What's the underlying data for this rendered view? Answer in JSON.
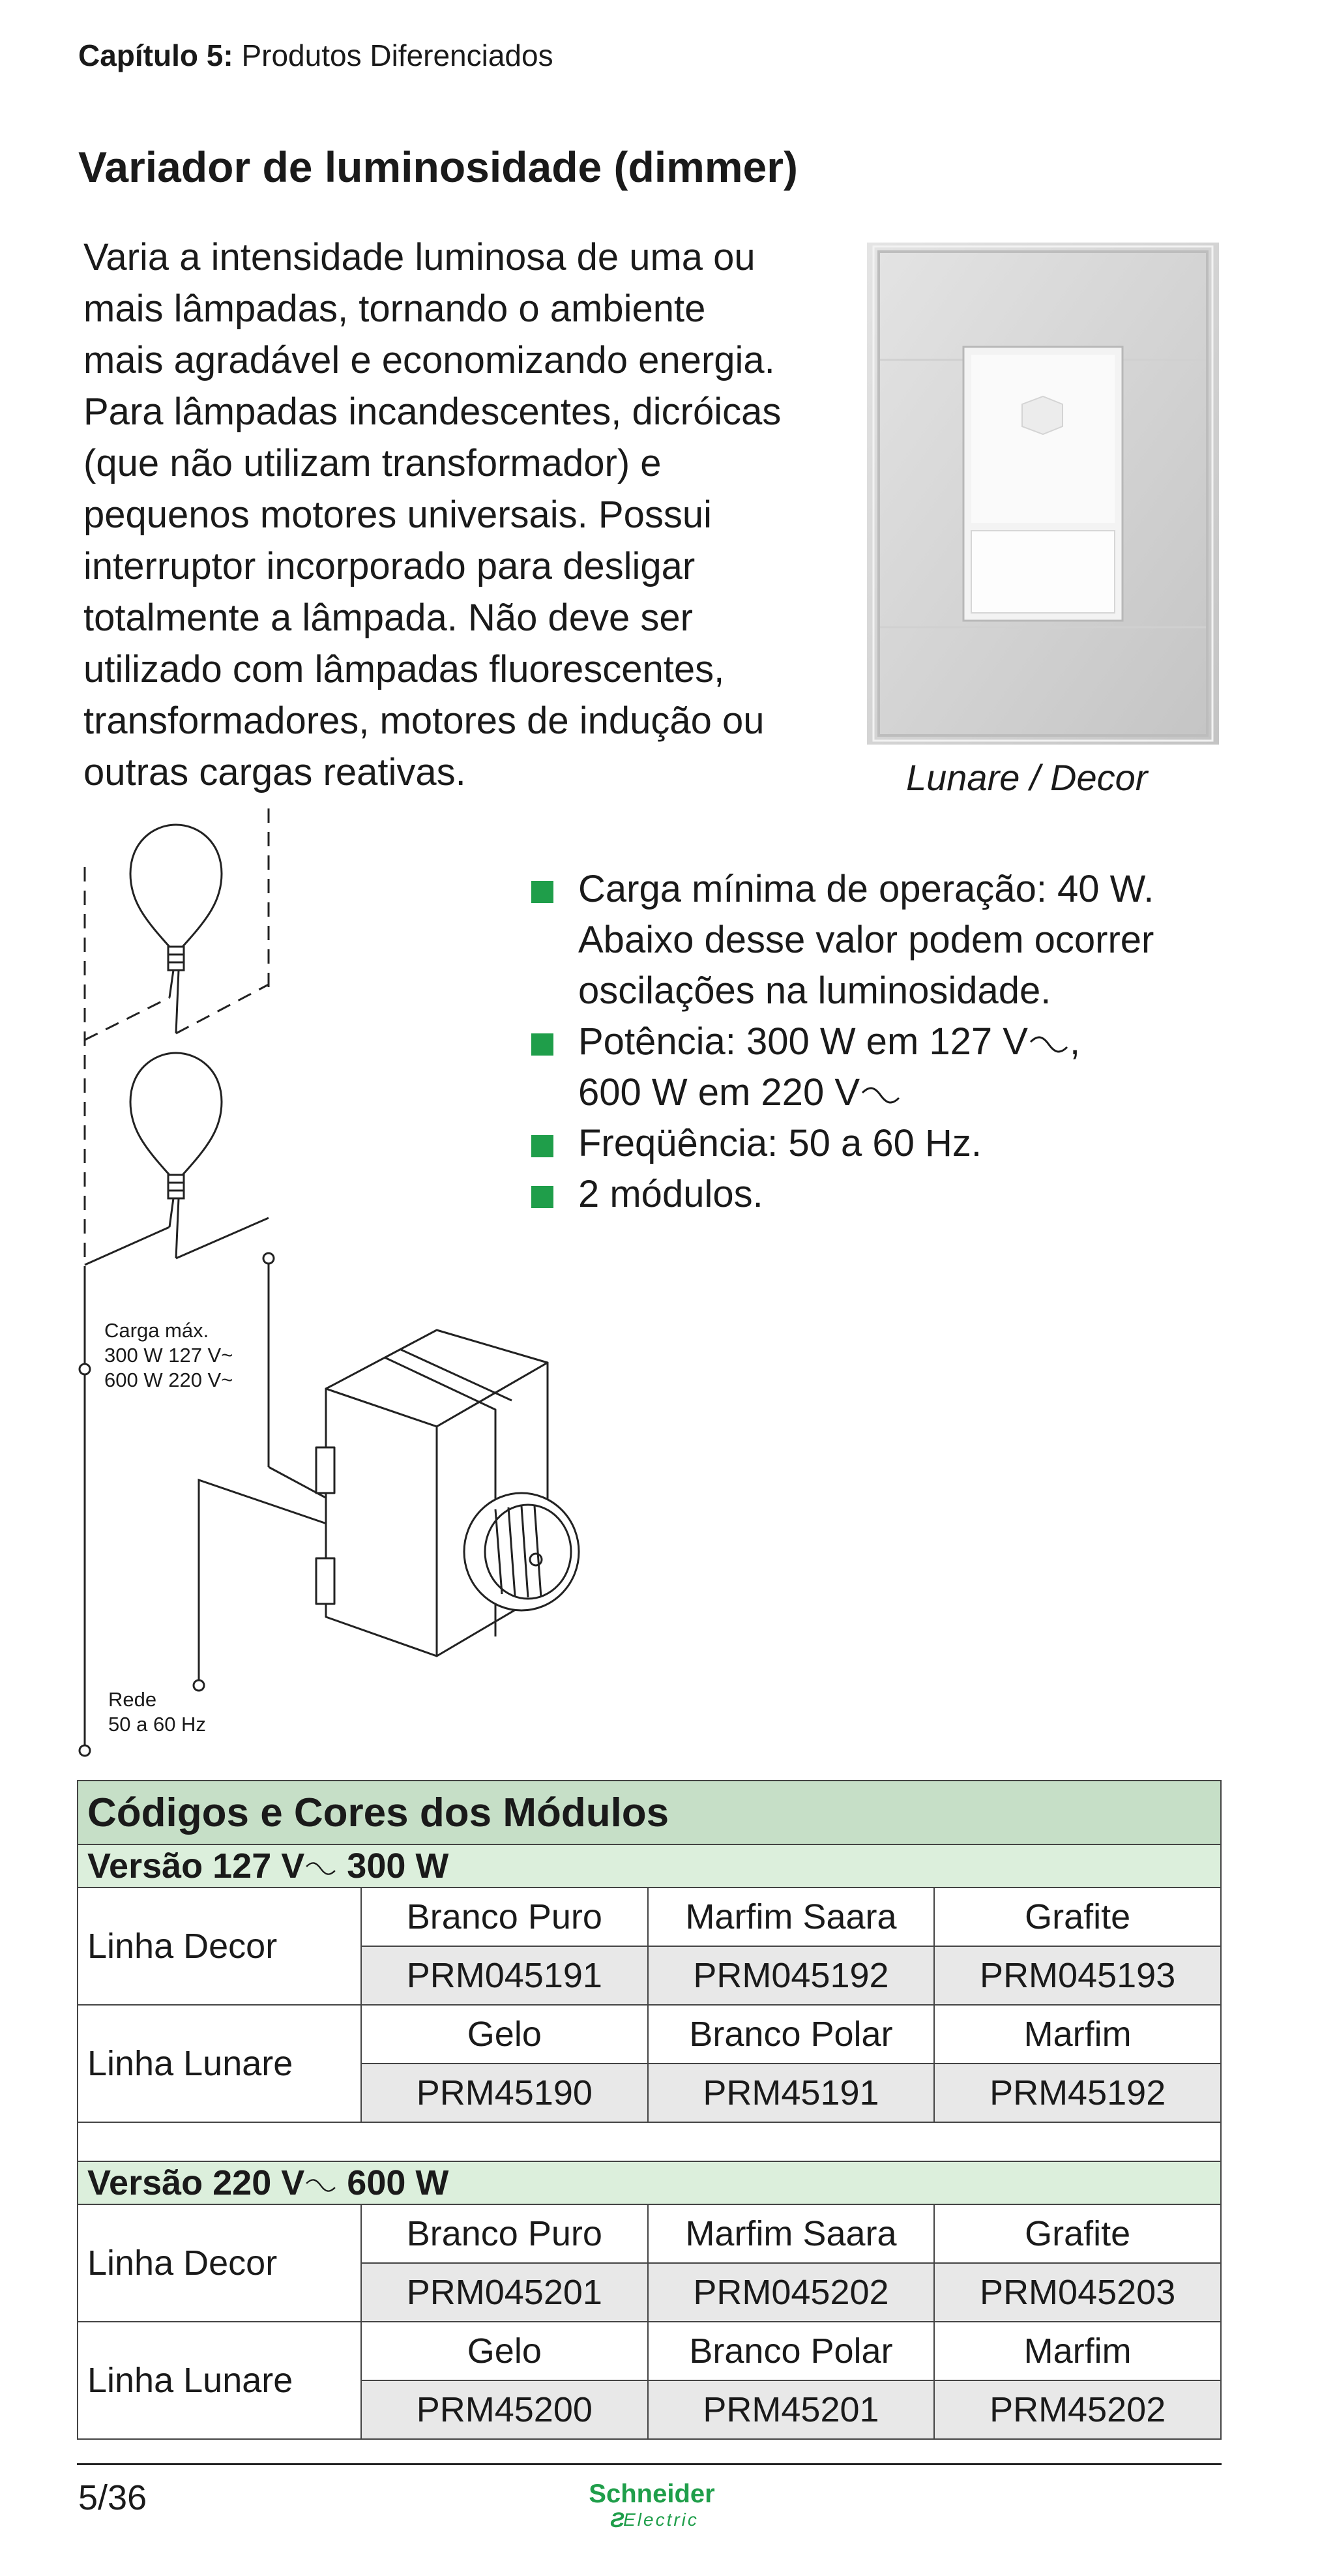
{
  "header": {
    "chapter_label": "Capítulo 5:",
    "chapter_title": "Produtos Diferenciados"
  },
  "title": "Variador de luminosidade (dimmer)",
  "description": "Varia a intensidade luminosa de uma ou mais lâmpadas, tornando o ambiente mais agradável e economizando energia. Para lâmpadas incandescentes, dicróicas (que não utilizam transformador) e pequenos motores universais. Possui interruptor incorporado para desligar totalmente a lâmpada. Não deve ser utilizado com lâmpadas fluorescentes, transformadores, motores de indução ou outras cargas reativas.",
  "description_lines": [
    "Varia a intensidade luminosa de uma ou",
    "mais lâmpadas, tornando o ambiente",
    "mais agradável e economizando energia.",
    "Para lâmpadas incandescentes, dicróicas",
    "(que não utilizam transformador) e",
    "pequenos motores universais. Possui",
    "interruptor incorporado para desligar",
    "totalmente a lâmpada. Não deve ser",
    "utilizado com lâmpadas fluorescentes,",
    "transformadores, motores de indução ou",
    "outras cargas reativas."
  ],
  "photo_caption": "Lunare / Decor",
  "features": [
    {
      "line1": "Carga mínima de operação: 40 W.",
      "line2": "Abaixo desse valor podem ocorrer",
      "line3": "oscilações na luminosidade."
    },
    {
      "line1": "Potência: 300 W em 127 V",
      "line1_end": ",",
      "line2": "600 W em 220 V"
    },
    {
      "line1": "Freqüência: 50 a 60 Hz."
    },
    {
      "line1": "2 módulos."
    }
  ],
  "diagram": {
    "load_label_1": "Carga máx.",
    "load_label_2": "300 W 127 V~",
    "load_label_3": "600 W 220 V~",
    "network_label_1": "Rede",
    "network_label_2": "50 a 60 Hz"
  },
  "table": {
    "title": "Códigos e Cores dos Módulos",
    "versions": [
      {
        "voltage": "Versão 127 V",
        "power": "300 W",
        "lines": [
          {
            "name": "Linha Decor",
            "colors": [
              "Branco Puro",
              "Marfim Saara",
              "Grafite"
            ],
            "codes": [
              "PRM045191",
              "PRM045192",
              "PRM045193"
            ]
          },
          {
            "name": "Linha Lunare",
            "colors": [
              "Gelo",
              "Branco Polar",
              "Marfim"
            ],
            "codes": [
              "PRM45190",
              "PRM45191",
              "PRM45192"
            ]
          }
        ]
      },
      {
        "voltage": "Versão 220 V",
        "power": "600 W",
        "lines": [
          {
            "name": "Linha Decor",
            "colors": [
              "Branco Puro",
              "Marfim Saara",
              "Grafite"
            ],
            "codes": [
              "PRM045201",
              "PRM045202",
              "PRM045203"
            ]
          },
          {
            "name": "Linha Lunare",
            "colors": [
              "Gelo",
              "Branco Polar",
              "Marfim"
            ],
            "codes": [
              "PRM45200",
              "PRM45201",
              "PRM45202"
            ]
          }
        ]
      }
    ]
  },
  "footer": {
    "page": "5/36",
    "logo_line1": "Schneider",
    "logo_line2": "Electric"
  },
  "colors": {
    "accent_green": "#1f9e4a",
    "table_header": "#c6dfc7",
    "table_version": "#dcefdc",
    "code_cell": "#e8e8e8"
  }
}
